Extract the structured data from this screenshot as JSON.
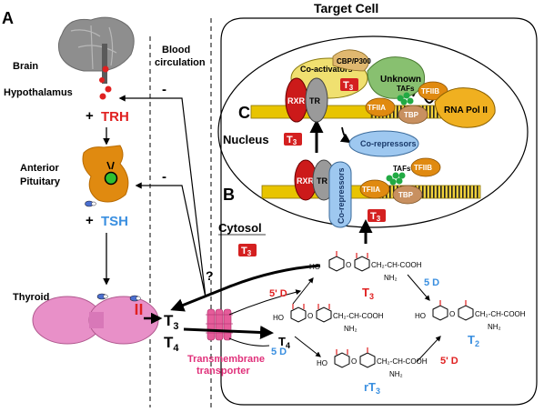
{
  "panel_labels": {
    "a": "A",
    "b": "B",
    "c": "C"
  },
  "titles": {
    "target_cell": "Target Cell",
    "blood_line1": "Blood",
    "blood_line2": "circulation",
    "nucleus": "Nucleus",
    "cytosol": "Cytosol"
  },
  "left": {
    "brain": "Brain",
    "hypothalamus": "Hypothalamus",
    "anterior_line1": "Anterior",
    "anterior_line2": "Pituitary",
    "thyroid": "Thyroid",
    "trh": "TRH",
    "tsh": "TSH",
    "plus": "+",
    "minus": "-",
    "question": "?"
  },
  "hormones": {
    "t3_T": "T",
    "t3_sub": "3",
    "t4_T": "T",
    "t4_sub": "4",
    "t2_T": "T",
    "t2_sub": "2",
    "rt3_prefix": "rT",
    "rt3_sub": "3"
  },
  "enzymes": {
    "d5p": "5' D",
    "d5": "5 D"
  },
  "transporter": {
    "line1": "Transmembrane",
    "line2": "transporter"
  },
  "proteins": {
    "coactivators": "Co-activators",
    "cbp": "CBP/P300",
    "unknown": "Unknown",
    "rxr": "RXR",
    "tr": "TR",
    "tfiia": "TFIIA",
    "tfiib": "TFIIB",
    "tbp": "TBP",
    "tafs": "TAFs",
    "rnapol": "RNA Pol II",
    "corepressors": "Co-repressors"
  },
  "chem": {
    "ho": "HO",
    "chain": "CH₂-CH-COOH",
    "nh2": "NH₂",
    "o": "O",
    "i": "I"
  },
  "colors": {
    "red": "#e02020",
    "blue": "#3a8fe0",
    "pink": "#e0307a",
    "tr_gray": "#9a9a9a",
    "rxr_red": "#cc1a1a",
    "dna_yellow": "#e8c400",
    "tfiia_orange": "#e08a10",
    "tbp_tan": "#c89060",
    "tafs_green": "#22aa44",
    "corep_blue": "#9ec8f0",
    "coact_yellow": "#f0e070",
    "unknown_green": "#88c070",
    "rnapol_gold": "#f0b020"
  }
}
